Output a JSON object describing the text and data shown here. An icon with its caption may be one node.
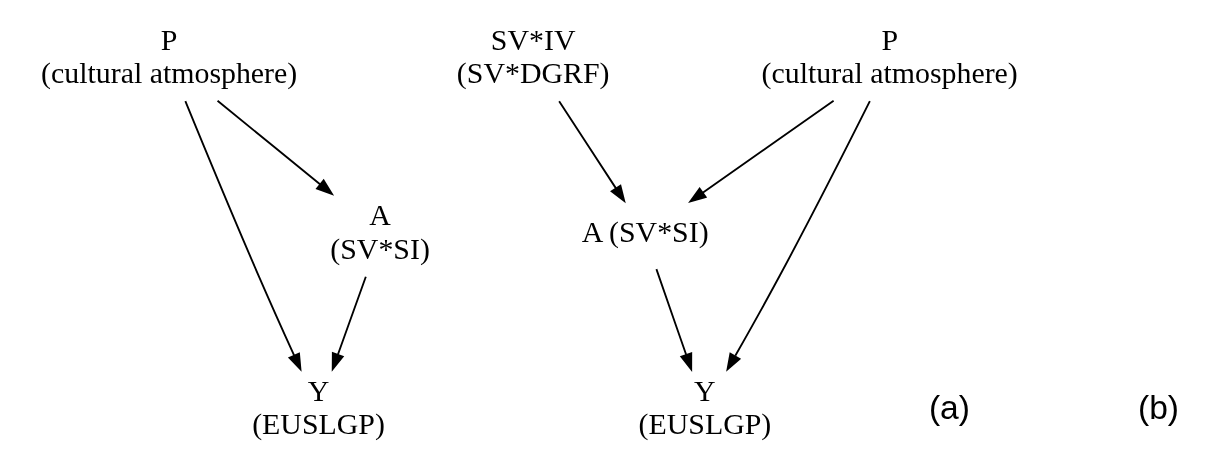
{
  "diagram": {
    "nodes": [
      {
        "text": [
          "Y",
          "(EUSLGP)"
        ]
      },
      {
        "text": [
          "P",
          "(cultural atmosphere)"
        ]
      },
      {
        "text": [
          "A",
          "(SV*SI)"
        ]
      },
      {
        "text": [
          "P",
          "(cultural atmosphere)"
        ]
      },
      {
        "text": [
          "A (SV*SI)"
        ]
      },
      {
        "text": [
          "Y",
          "(EUSLGP)"
        ]
      },
      {
        "text": [
          "SV*IV",
          "(SV*DGRF)"
        ]
      }
    ],
    "edges": [
      {
        "from": 2,
        "to": 0,
        "arrow": "to"
      },
      {
        "from": 1,
        "to": 0,
        "arrow": "to"
      },
      {
        "from": 1,
        "to": 2,
        "arrow": "to"
      },
      {
        "from": 3,
        "to": 4,
        "arrow": "to"
      },
      {
        "from": 3,
        "to": 5,
        "arrow": "to"
      },
      {
        "from": 4,
        "to": 5,
        "arrow": "to"
      },
      {
        "from": 6,
        "to": 4,
        "arrow": "to"
      }
    ],
    "labels": [
      "(a)",
      "(b)"
    ]
  }
}
